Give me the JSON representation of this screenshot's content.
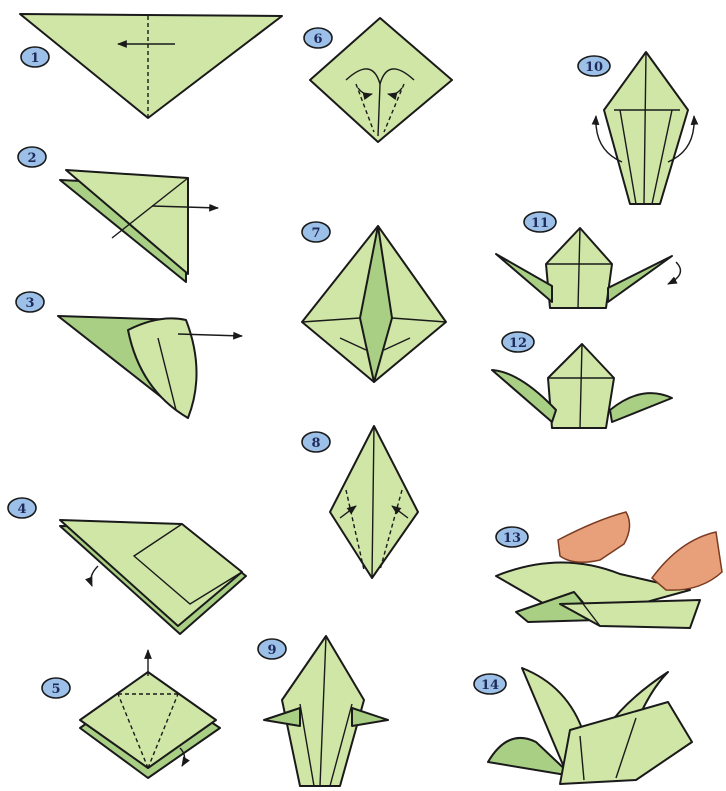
{
  "diagram": {
    "colors": {
      "paper": "#cfe6a6",
      "paper_shade": "#a9cf84",
      "badge": "#9cc0e8",
      "ink": "#1a1a1a",
      "hand": "#e8a07a"
    },
    "steps": [
      {
        "number": "1",
        "illustration": "triangle-fold-with-crease-arrow-icon"
      },
      {
        "number": "2",
        "illustration": "folded-triangle-with-arrow-icon"
      },
      {
        "number": "3",
        "illustration": "squash-fold-open-pocket-icon"
      },
      {
        "number": "4",
        "illustration": "square-base-folded-icon"
      },
      {
        "number": "5",
        "illustration": "preliminary-base-crease-icon"
      },
      {
        "number": "6",
        "illustration": "kite-fold-diamond-icon"
      },
      {
        "number": "7",
        "illustration": "petal-fold-icon"
      },
      {
        "number": "8",
        "illustration": "narrow-diamond-icon"
      },
      {
        "number": "9",
        "illustration": "inside-reverse-points-icon"
      },
      {
        "number": "10",
        "illustration": "crane-base-arrows-icon"
      },
      {
        "number": "11",
        "illustration": "crane-with-head-fold-icon"
      },
      {
        "number": "12",
        "illustration": "crane-body-icon"
      },
      {
        "number": "13",
        "illustration": "hands-spreading-wings-icon"
      },
      {
        "number": "14",
        "illustration": "finished-crane-icon"
      }
    ]
  }
}
